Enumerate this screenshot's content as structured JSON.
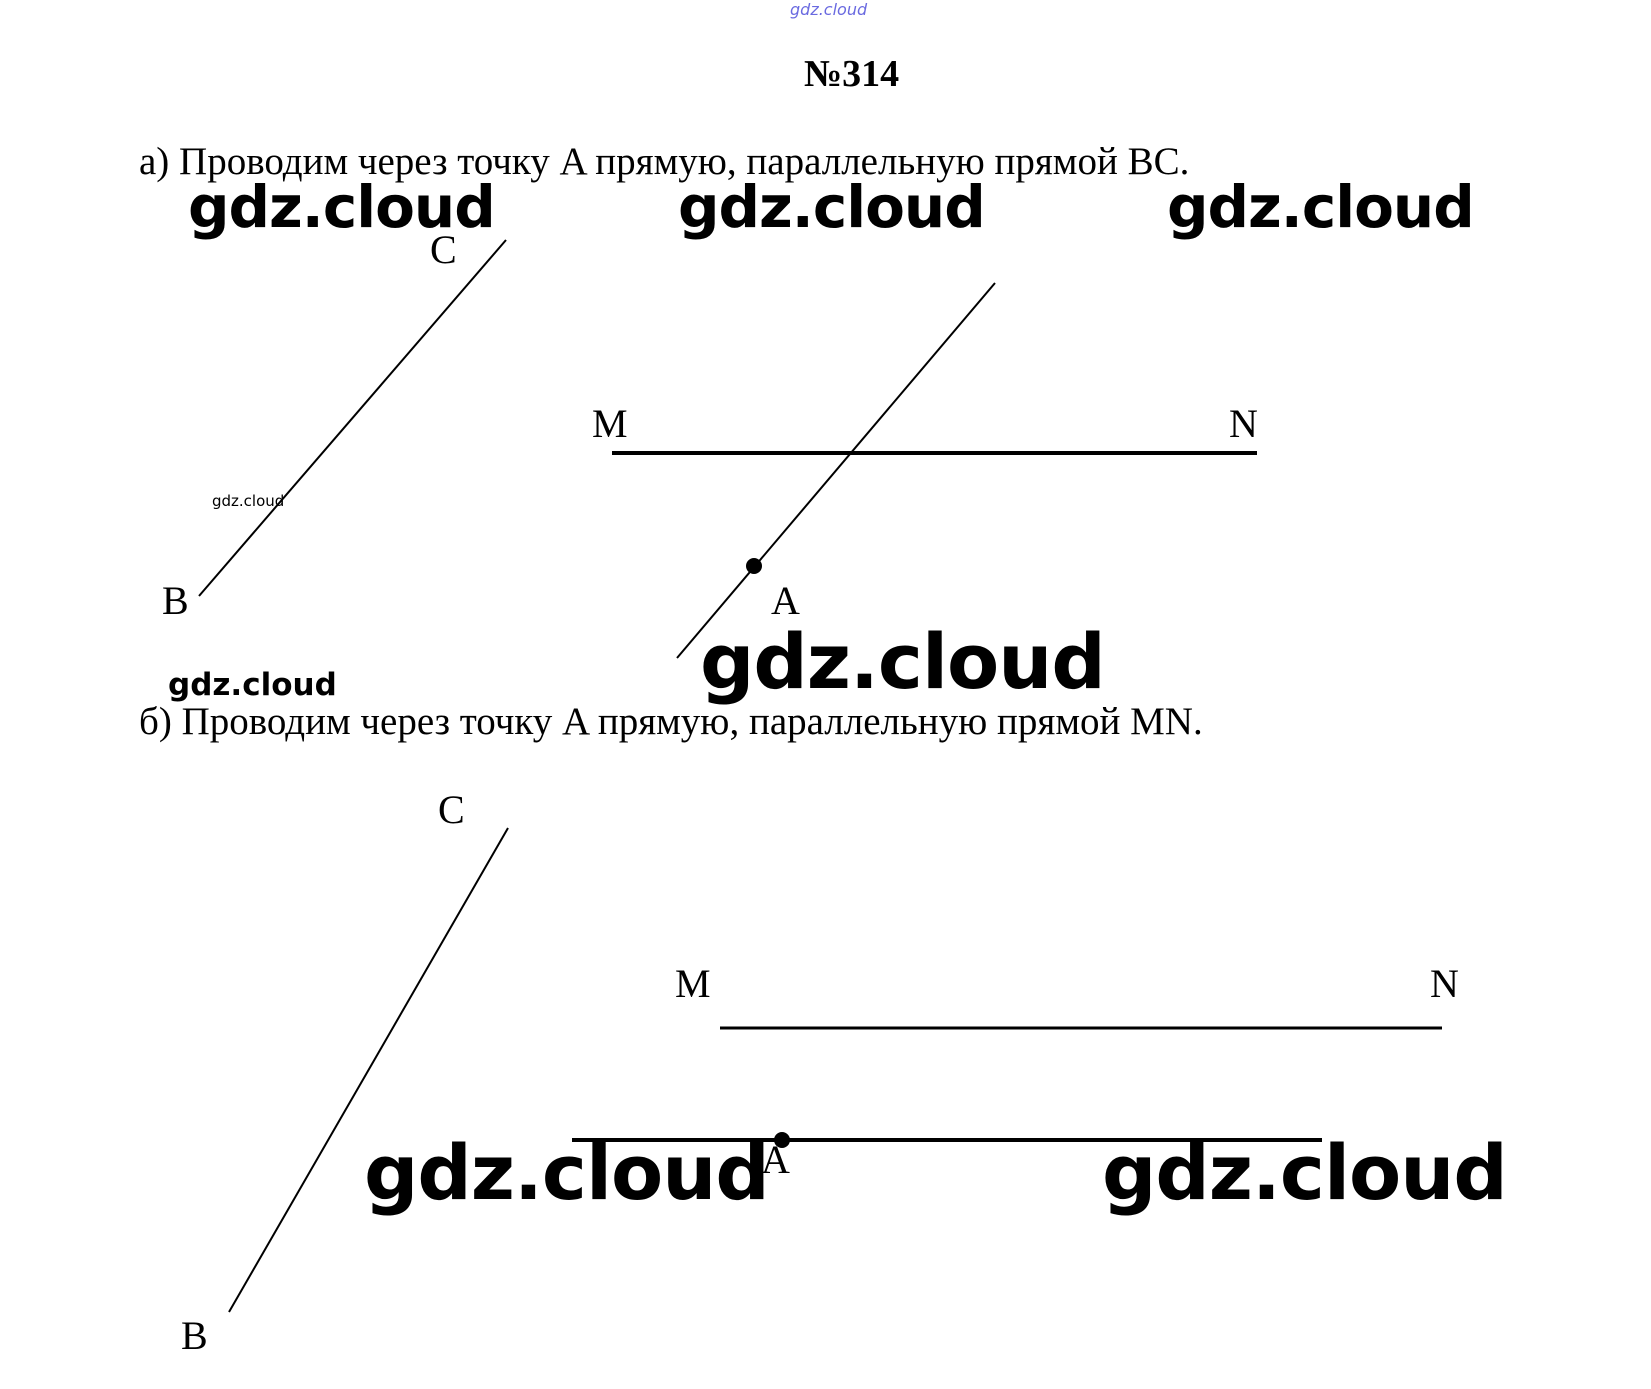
{
  "header": {
    "top_watermark": "gdz.cloud",
    "task_number": "№314"
  },
  "part_a": {
    "text": "а) Проводим через точку A прямую, параллельную прямой BC.",
    "labels": {
      "C": "C",
      "B": "B",
      "M": "M",
      "N": "N",
      "A": "A"
    }
  },
  "part_b": {
    "text": "б) Проводим через точку A прямую, параллельную прямой MN.",
    "labels": {
      "C": "C",
      "B": "B",
      "M": "M",
      "N": "N",
      "A": "A"
    }
  },
  "watermarks": {
    "wm1": "gdz.cloud",
    "wm2": "gdz.cloud",
    "wm3": "gdz.cloud",
    "wm4": "gdz.cloud",
    "wm5": "gdz.cloud",
    "wm6": "gdz.cloud",
    "wm7": "gdz.cloud",
    "wm8": "gdz.cloud"
  }
}
